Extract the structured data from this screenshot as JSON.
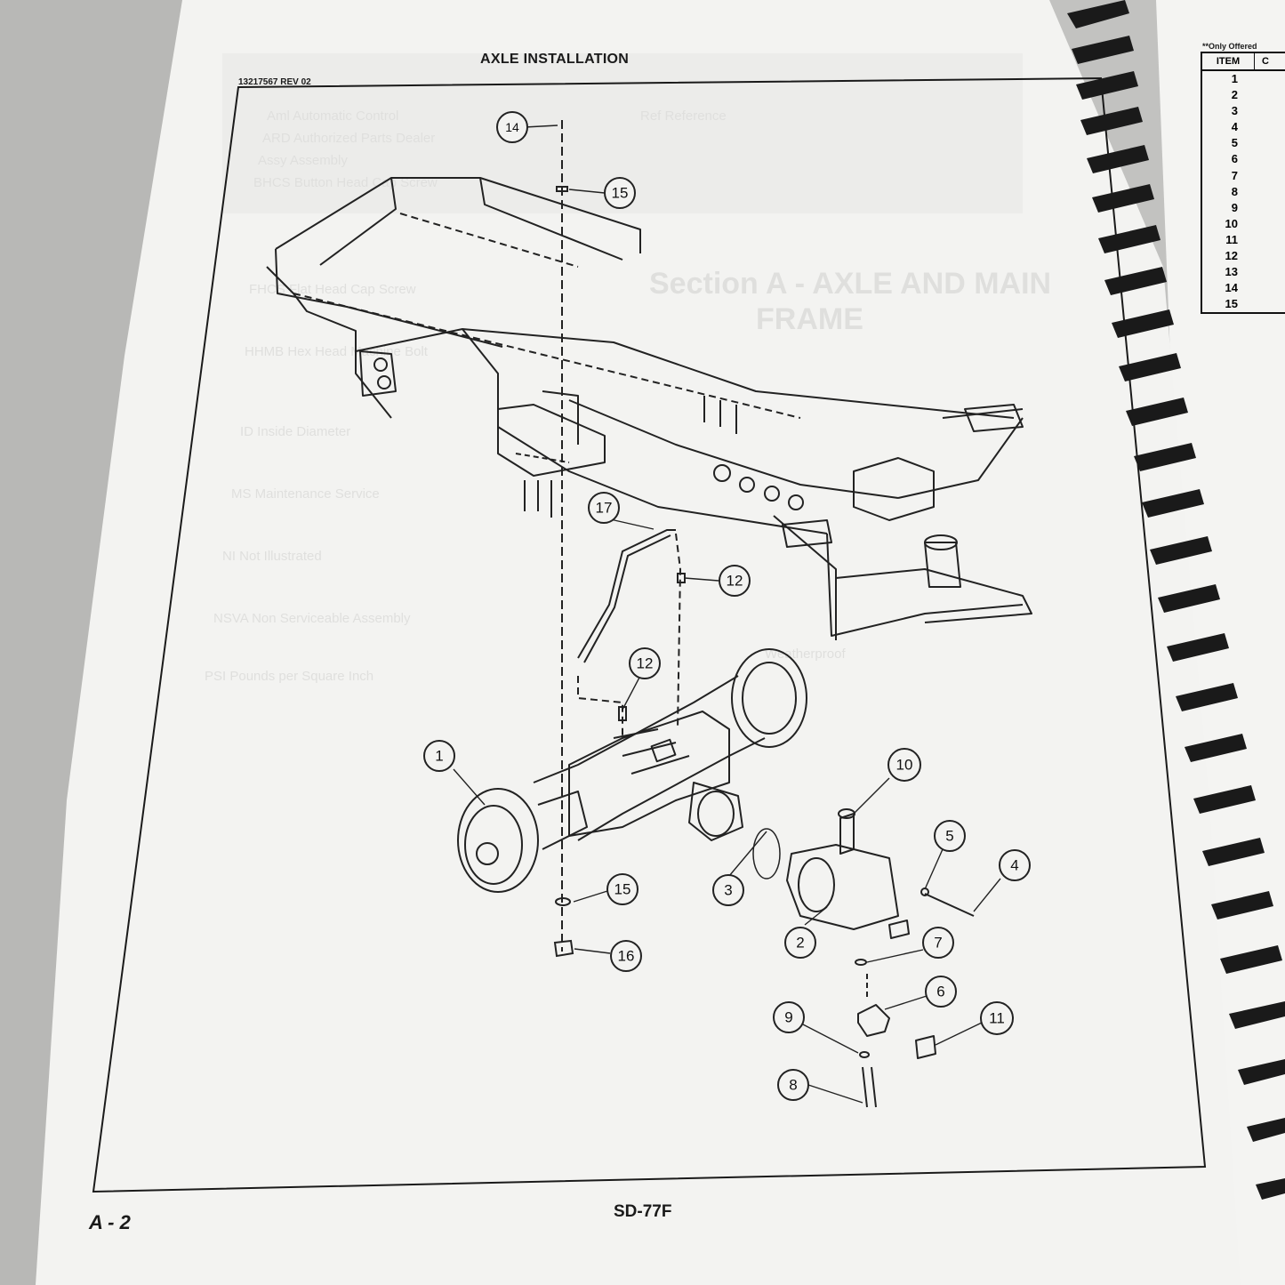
{
  "header": {
    "title": "AXLE INSTALLATION",
    "doc_number": "13217567 REV 02"
  },
  "footer": {
    "page": "A - 2",
    "model": "SD-77F"
  },
  "callouts": [
    {
      "n": "14"
    },
    {
      "n": "15"
    },
    {
      "n": "17"
    },
    {
      "n": "12"
    },
    {
      "n": "12"
    },
    {
      "n": "1"
    },
    {
      "n": "10"
    },
    {
      "n": "5"
    },
    {
      "n": "4"
    },
    {
      "n": "3"
    },
    {
      "n": "15"
    },
    {
      "n": "2"
    },
    {
      "n": "7"
    },
    {
      "n": "16"
    },
    {
      "n": "6"
    },
    {
      "n": "9"
    },
    {
      "n": "11"
    },
    {
      "n": "8"
    }
  ],
  "parts_table": {
    "note": "**Only Offered",
    "headers": [
      "ITEM",
      "C"
    ],
    "items": [
      "1",
      "2",
      "3",
      "4",
      "5",
      "6",
      "7",
      "8",
      "9",
      "10",
      "11",
      "12",
      "13",
      "14",
      "15"
    ]
  }
}
